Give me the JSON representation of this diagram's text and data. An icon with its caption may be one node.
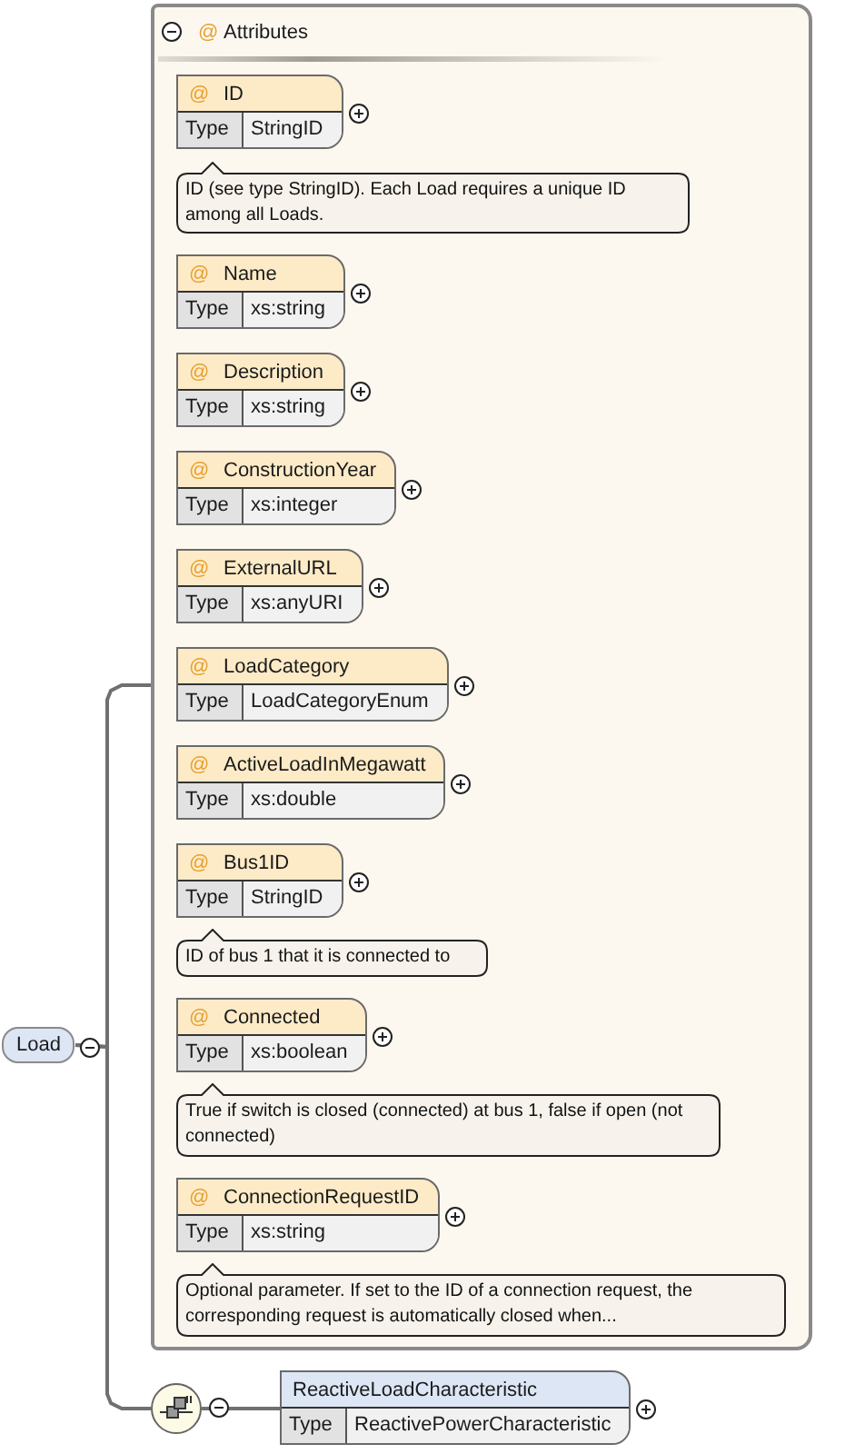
{
  "diagram": {
    "nodes": [
      {
        "text": [
          "Load"
        ]
      },
      {
        "text": [
          "@",
          "Attributes"
        ]
      },
      {
        "text": [
          "@",
          "ID",
          "Type",
          "StringID"
        ],
        "in": 1,
        "beside": [
          "ID (see type StringID). Each Load requires a unique ID among all Loads."
        ]
      },
      {
        "text": [
          "@",
          "Name",
          "Type",
          "xs:string"
        ],
        "in": 1
      },
      {
        "text": [
          "@",
          "Description",
          "Type",
          "xs:string"
        ],
        "in": 1
      },
      {
        "text": [
          "@",
          "ConstructionYear",
          "Type",
          "xs:integer"
        ],
        "in": 1
      },
      {
        "text": [
          "@",
          "ExternalURL",
          "Type",
          "xs:anyURI"
        ],
        "in": 1
      },
      {
        "text": [
          "@",
          "LoadCategory",
          "Type",
          "LoadCategoryEnum"
        ],
        "in": 1
      },
      {
        "text": [
          "@",
          "ActiveLoadInMegawatt",
          "Type",
          "xs:double"
        ],
        "in": 1
      },
      {
        "text": [
          "@",
          "Bus1ID",
          "Type",
          "StringID"
        ],
        "in": 1,
        "beside": [
          "ID of bus 1 that it is connected to"
        ]
      },
      {
        "text": [
          "@",
          "Connected",
          "Type",
          "xs:boolean"
        ],
        "in": 1,
        "beside": [
          "True if switch is closed (connected) at bus 1, false if open (not connected)"
        ]
      },
      {
        "text": [
          "@",
          "ConnectionRequestID",
          "Type",
          "xs:string"
        ],
        "in": 1,
        "beside": [
          "Optional parameter. If set to the ID of a connection request, the corresponding request is automatically closed when..."
        ]
      },
      {
        "text": [],
        "shape": "circle"
      },
      {
        "text": [
          "ReactiveLoadCharacteristic",
          "Type",
          "ReactivePowerCharacteristic"
        ]
      }
    ],
    "edges": [
      {
        "from": 0,
        "to": 1,
        "arrow": "none"
      },
      {
        "from": 0,
        "to": 12,
        "arrow": "none"
      },
      {
        "from": 12,
        "to": 13,
        "arrow": "none"
      }
    ]
  }
}
